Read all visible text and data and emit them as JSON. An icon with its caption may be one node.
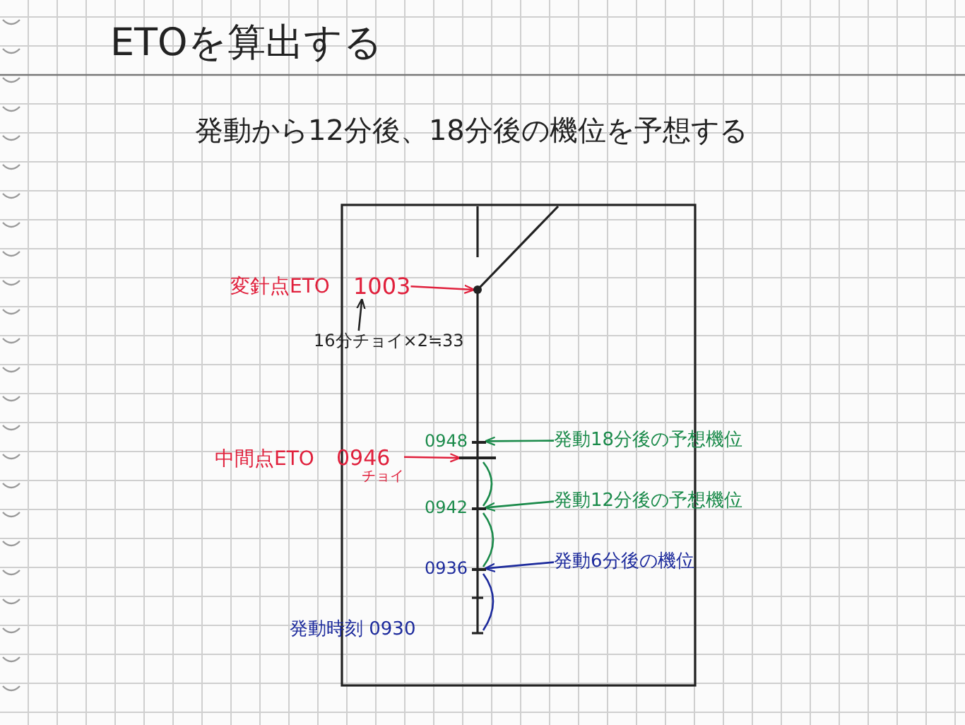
{
  "diagram": {
    "title": "ETOを算出する",
    "nodes": [
      {
        "text": [
          "1003"
        ],
        "beside": [
          "変針点ETO"
        ]
      },
      {
        "text": [
          "16分チョイ×2≒33"
        ]
      },
      {
        "text": [],
        "shape": "circle"
      },
      {
        "text": [
          "0946",
          "チョイ"
        ],
        "beside": [
          "中間点ETO"
        ]
      },
      {
        "text": [],
        "shape": "bar"
      },
      {
        "text": [
          "0948"
        ]
      },
      {
        "text": [
          "発動18分後の予想機位"
        ]
      },
      {
        "text": [
          "0942"
        ]
      },
      {
        "text": [
          "発動12分後の予想機位"
        ]
      },
      {
        "text": [
          "0936"
        ]
      },
      {
        "text": [
          "発動6分後の機位"
        ]
      }
    ],
    "edges": [
      {
        "from": 0,
        "to": 2,
        "arrow": "to",
        "color": "#e0203c"
      },
      {
        "from": 1,
        "to": 0,
        "arrow": "to",
        "color": "#222222"
      },
      {
        "from": 3,
        "to": 4,
        "arrow": "to",
        "color": "#e0203c"
      },
      {
        "from": 6,
        "to": 5,
        "arrow": "to",
        "color": "#1a8a4a"
      },
      {
        "from": 8,
        "to": 7,
        "arrow": "to",
        "color": "#1a8a4a"
      },
      {
        "from": 10,
        "to": 9,
        "arrow": "to",
        "color": "#1c2a9c"
      }
    ],
    "labels": [
      "発動から12分後、18分後の機位を予想する",
      "発動時刻 0930"
    ]
  }
}
